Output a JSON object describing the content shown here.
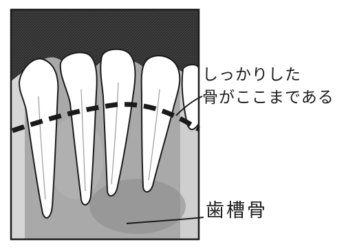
{
  "annotations": {
    "bone_level_line1": "しっかりした",
    "bone_level_line2": "骨がここまである",
    "alveolar_bone": "歯槽骨"
  },
  "colors": {
    "gum": "#2c2c2c",
    "bone": "#a9a9a9",
    "tooth": "#ffffff",
    "outline": "#1a1a1a",
    "background": "#ffffff"
  }
}
